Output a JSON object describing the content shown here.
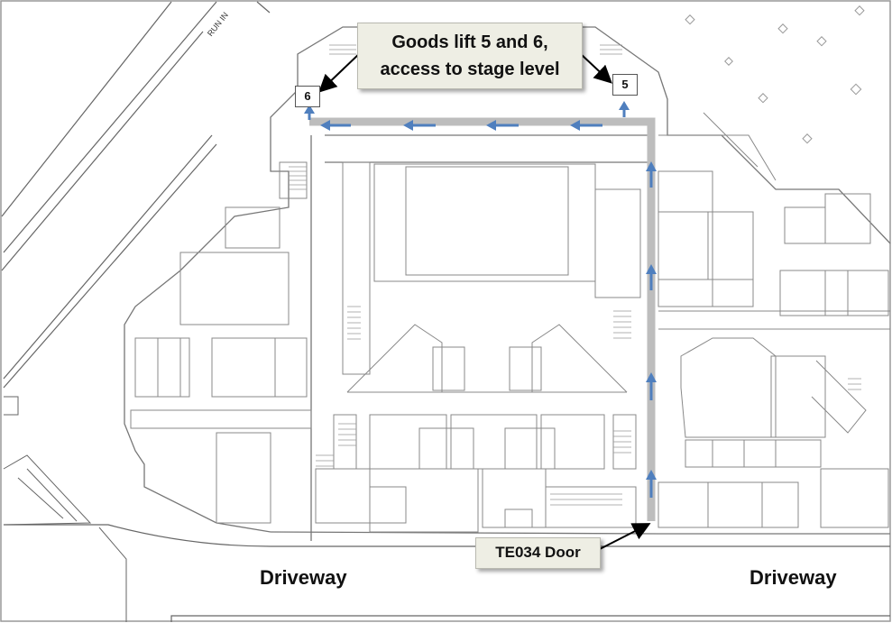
{
  "map": {
    "callout_lifts_line1": "Goods lift 5 and 6,",
    "callout_lifts_line2": "access to stage level",
    "callout_door": "TE034 Door",
    "lift_6": "6",
    "lift_5": "5",
    "driveway_left": "Driveway",
    "driveway_right": "Driveway",
    "run_in": "RUN IN"
  },
  "colors": {
    "route": "#bdbdbd",
    "arrow": "#4f7fbe",
    "callout_bg": "#eeeee4",
    "lines": "#7a7a7a"
  },
  "icons": [
    "arrow-up-icon",
    "arrow-left-icon",
    "pointer-arrow-icon"
  ]
}
